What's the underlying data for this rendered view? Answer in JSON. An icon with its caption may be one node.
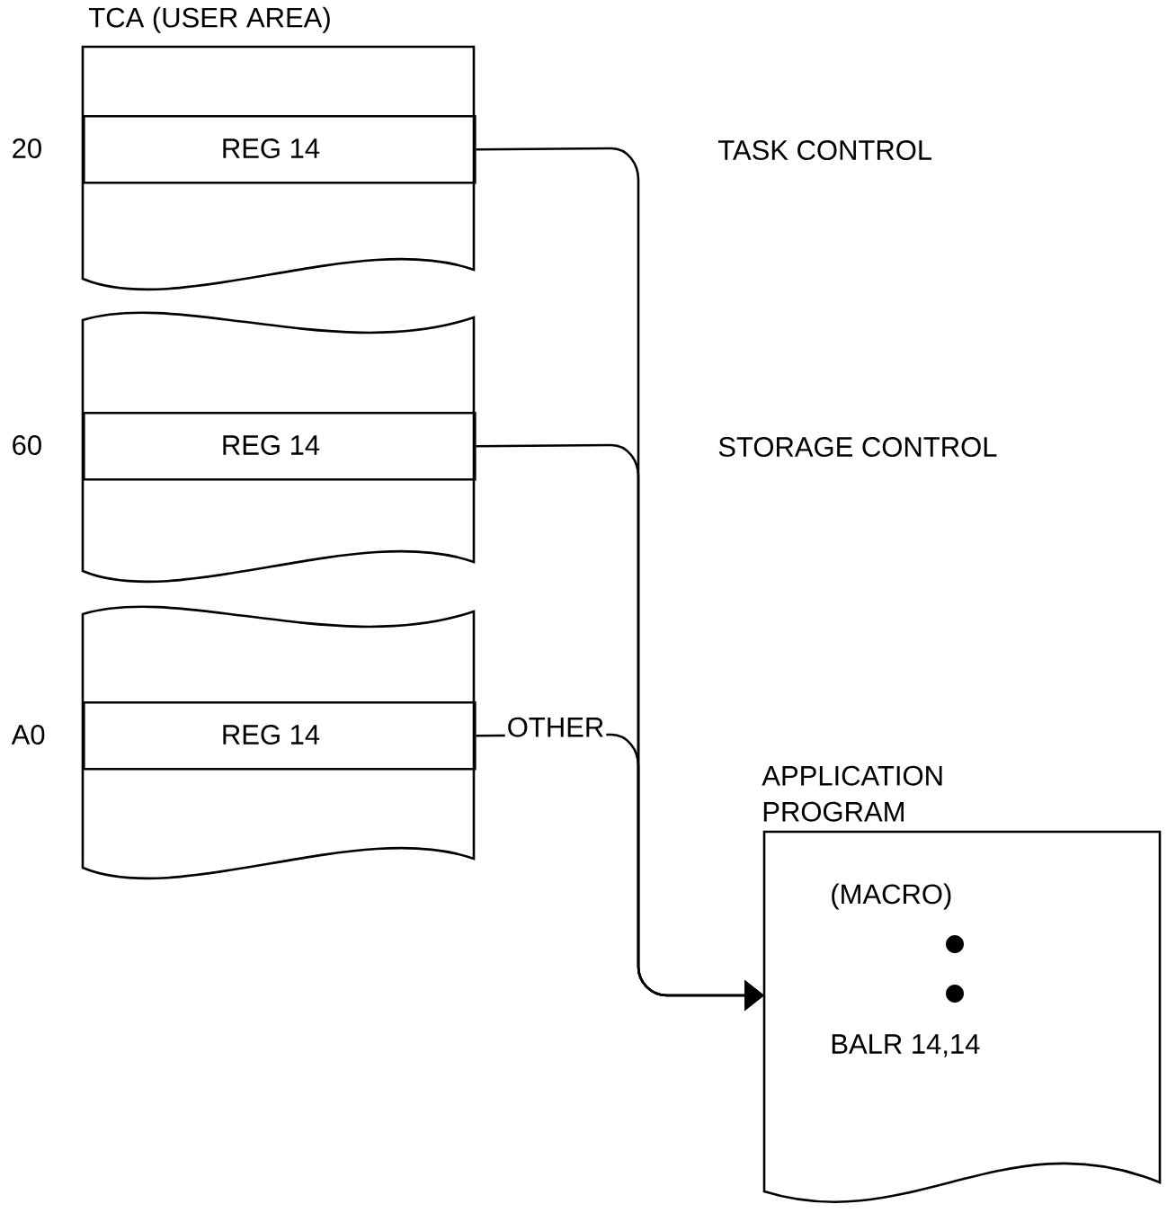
{
  "diagram": {
    "nodes": [
      {
        "text": [
          "TCA (USER AREA)"
        ]
      },
      {
        "text": [
          "REG 14"
        ],
        "in": 0,
        "beside": [
          "20"
        ]
      },
      {
        "text": [],
        "shape": "box"
      },
      {
        "text": [
          "REG 14"
        ],
        "in": 2,
        "beside": [
          "60"
        ]
      },
      {
        "text": [],
        "shape": "box"
      },
      {
        "text": [
          "REG 14"
        ],
        "in": 4,
        "beside": [
          "A0"
        ]
      },
      {
        "text": [
          "APPLICATION PROGRAM",
          "(MACRO)",
          "BALR 14,14"
        ]
      }
    ],
    "edges": [
      {
        "from": 1,
        "to": 6,
        "arrow": "to"
      },
      {
        "from": 3,
        "to": 6,
        "arrow": "to"
      },
      {
        "from": 5,
        "to": 6,
        "arrow": "to",
        "label": "OTHER"
      }
    ],
    "labels": [
      "TASK CONTROL",
      "STORAGE CONTROL"
    ]
  }
}
